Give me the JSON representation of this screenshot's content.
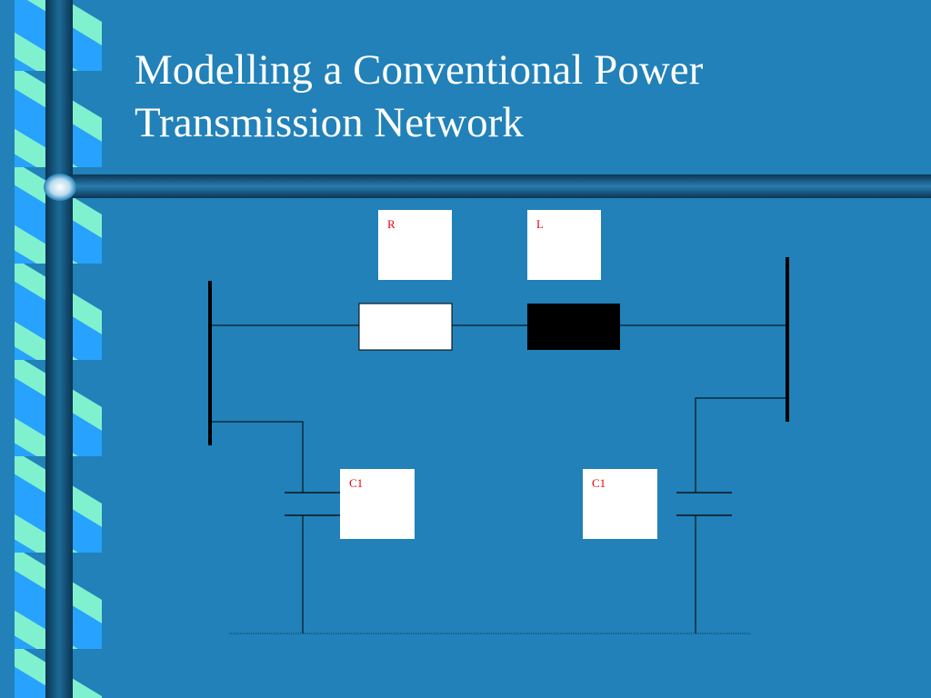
{
  "slide": {
    "title_lines": [
      "Modelling a Conventional Power",
      "Transmission Network"
    ],
    "background_color": "#2181b8",
    "accent_colors": {
      "ribbon_light": "#7ff1cf",
      "ribbon_blue": "#27a2ff",
      "rod": "#0d4a6e",
      "label_text": "#e8000b"
    }
  },
  "diagram": {
    "labels": {
      "resistor": "R",
      "inductor": "L",
      "capacitor_left": "C1",
      "capacitor_right": "C1"
    },
    "icons": {
      "resistor": "resistor-icon",
      "inductor": "inductor-icon",
      "capacitor": "capacitor-icon",
      "bus": "bus-bar-icon"
    }
  }
}
